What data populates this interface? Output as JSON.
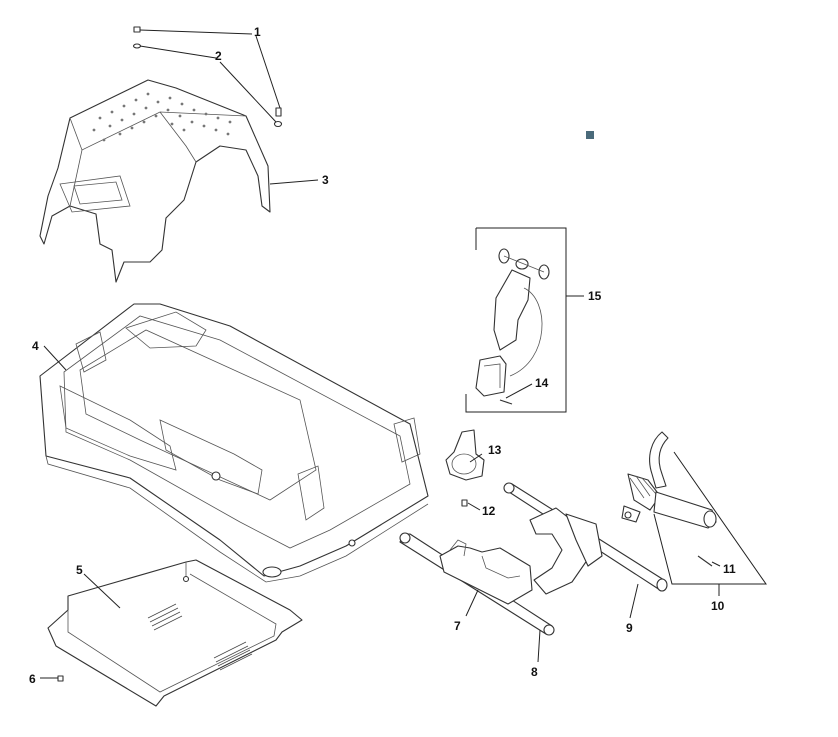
{
  "diagram": {
    "callouts": [
      {
        "id": "1",
        "label": "1"
      },
      {
        "id": "2",
        "label": "2"
      },
      {
        "id": "3",
        "label": "3"
      },
      {
        "id": "4",
        "label": "4"
      },
      {
        "id": "5",
        "label": "5"
      },
      {
        "id": "6",
        "label": "6"
      },
      {
        "id": "7",
        "label": "7"
      },
      {
        "id": "8",
        "label": "8"
      },
      {
        "id": "9",
        "label": "9"
      },
      {
        "id": "10",
        "label": "10"
      },
      {
        "id": "11",
        "label": "11"
      },
      {
        "id": "12",
        "label": "12"
      },
      {
        "id": "13",
        "label": "13"
      },
      {
        "id": "14",
        "label": "14"
      },
      {
        "id": "15",
        "label": "15"
      }
    ],
    "colors": {
      "line": "#333333",
      "background": "#ffffff",
      "marker": "#4a6a7a"
    }
  }
}
